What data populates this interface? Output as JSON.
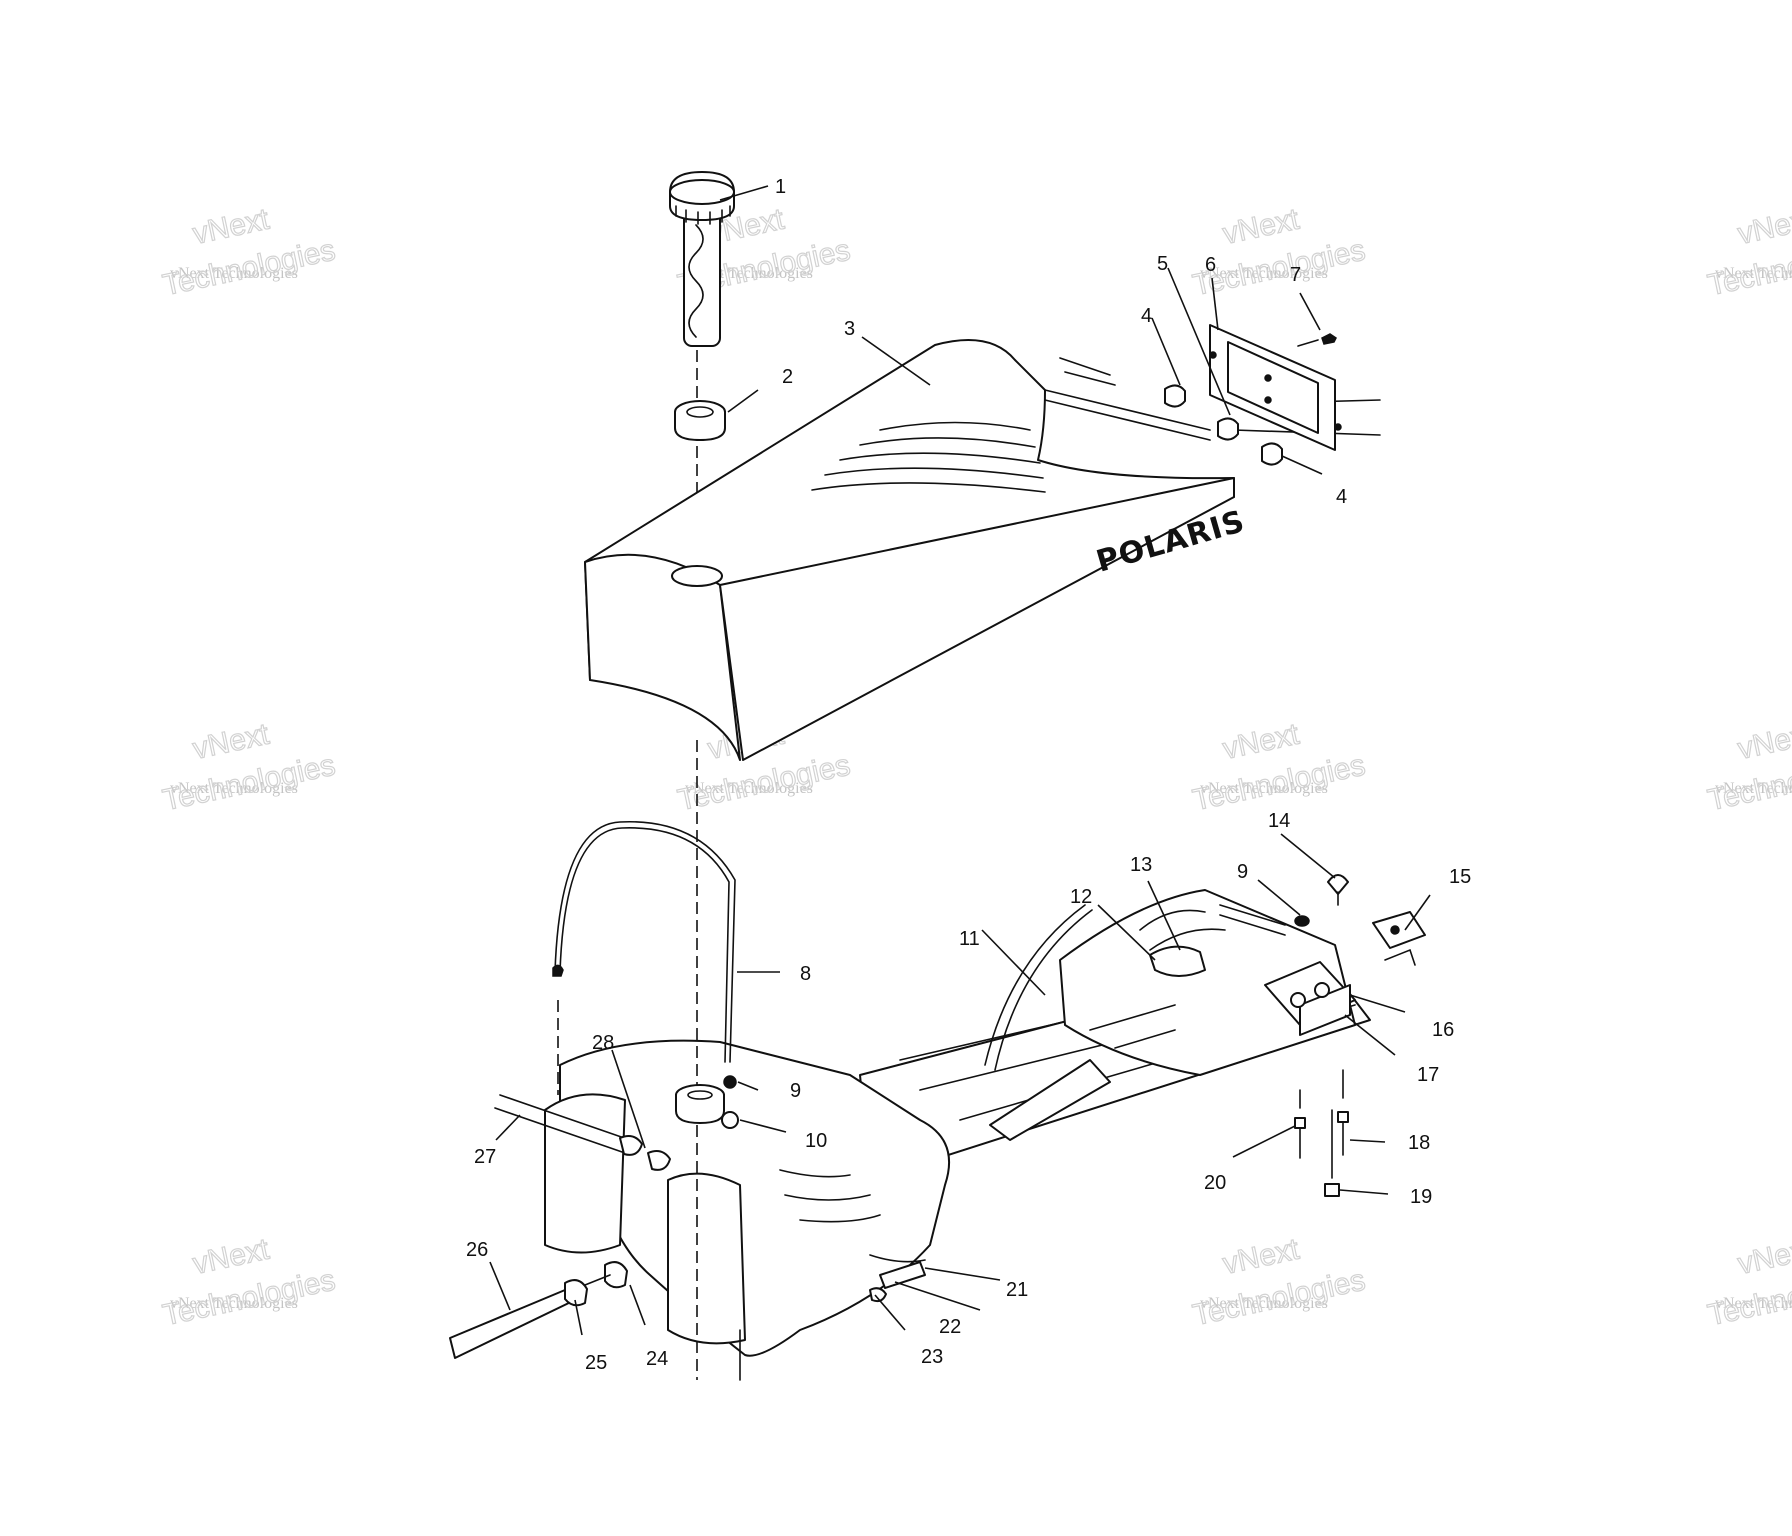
{
  "brand_text": "POLARIS",
  "watermark": {
    "line1": "vNext Technologies",
    "line2": "Technologies",
    "line3": "vNext"
  },
  "callouts": [
    "1",
    "2",
    "3",
    "4",
    "5",
    "6",
    "7",
    "4",
    "14",
    "13",
    "9",
    "15",
    "12",
    "11",
    "8",
    "16",
    "17",
    "28",
    "9",
    "10",
    "27",
    "18",
    "20",
    "19",
    "26",
    "21",
    "22",
    "24",
    "25",
    "23"
  ],
  "colors": {
    "line": "#111111",
    "background": "#ffffff",
    "watermark": "#c8c8c8"
  }
}
